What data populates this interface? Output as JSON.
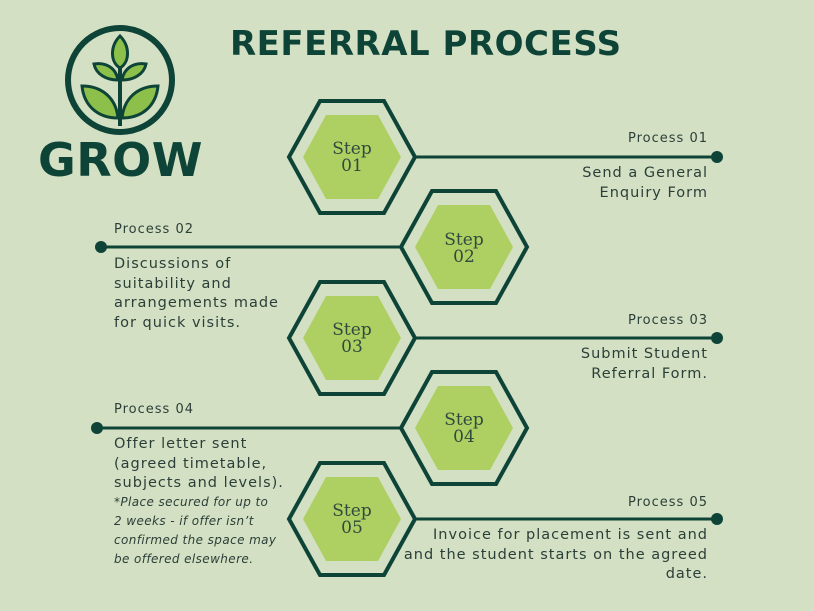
{
  "title": "REFERRAL PROCESS",
  "logo": {
    "text": "GROW"
  },
  "colors": {
    "background": "#d3e0c3",
    "dark_green": "#0e4437",
    "hex_fill": "#aecf62",
    "leaf_light": "#8dc04a"
  },
  "steps": [
    {
      "line1": "Step",
      "line2": "01",
      "process_label": "Process 01",
      "description": [
        "Send a General",
        "Enquiry Form"
      ]
    },
    {
      "line1": "Step",
      "line2": "02",
      "process_label": "Process 02",
      "description": [
        "Discussions of",
        "suitability and",
        "arrangements made",
        "for quick visits."
      ]
    },
    {
      "line1": "Step",
      "line2": "03",
      "process_label": "Process 03",
      "description": [
        "Submit Student",
        "Referral Form."
      ]
    },
    {
      "line1": "Step",
      "line2": "04",
      "process_label": "Process 04",
      "description": [
        "Offer letter sent",
        "(agreed timetable,",
        "subjects and levels)."
      ],
      "note": [
        "*Place secured for up to",
        "2 weeks - if offer isn’t",
        "confirmed the space may",
        "be offered elsewhere."
      ]
    },
    {
      "line1": "Step",
      "line2": "05",
      "process_label": "Process 05",
      "description": [
        "Invoice for placement is sent and",
        "and the student starts on the agreed",
        "date."
      ]
    }
  ]
}
